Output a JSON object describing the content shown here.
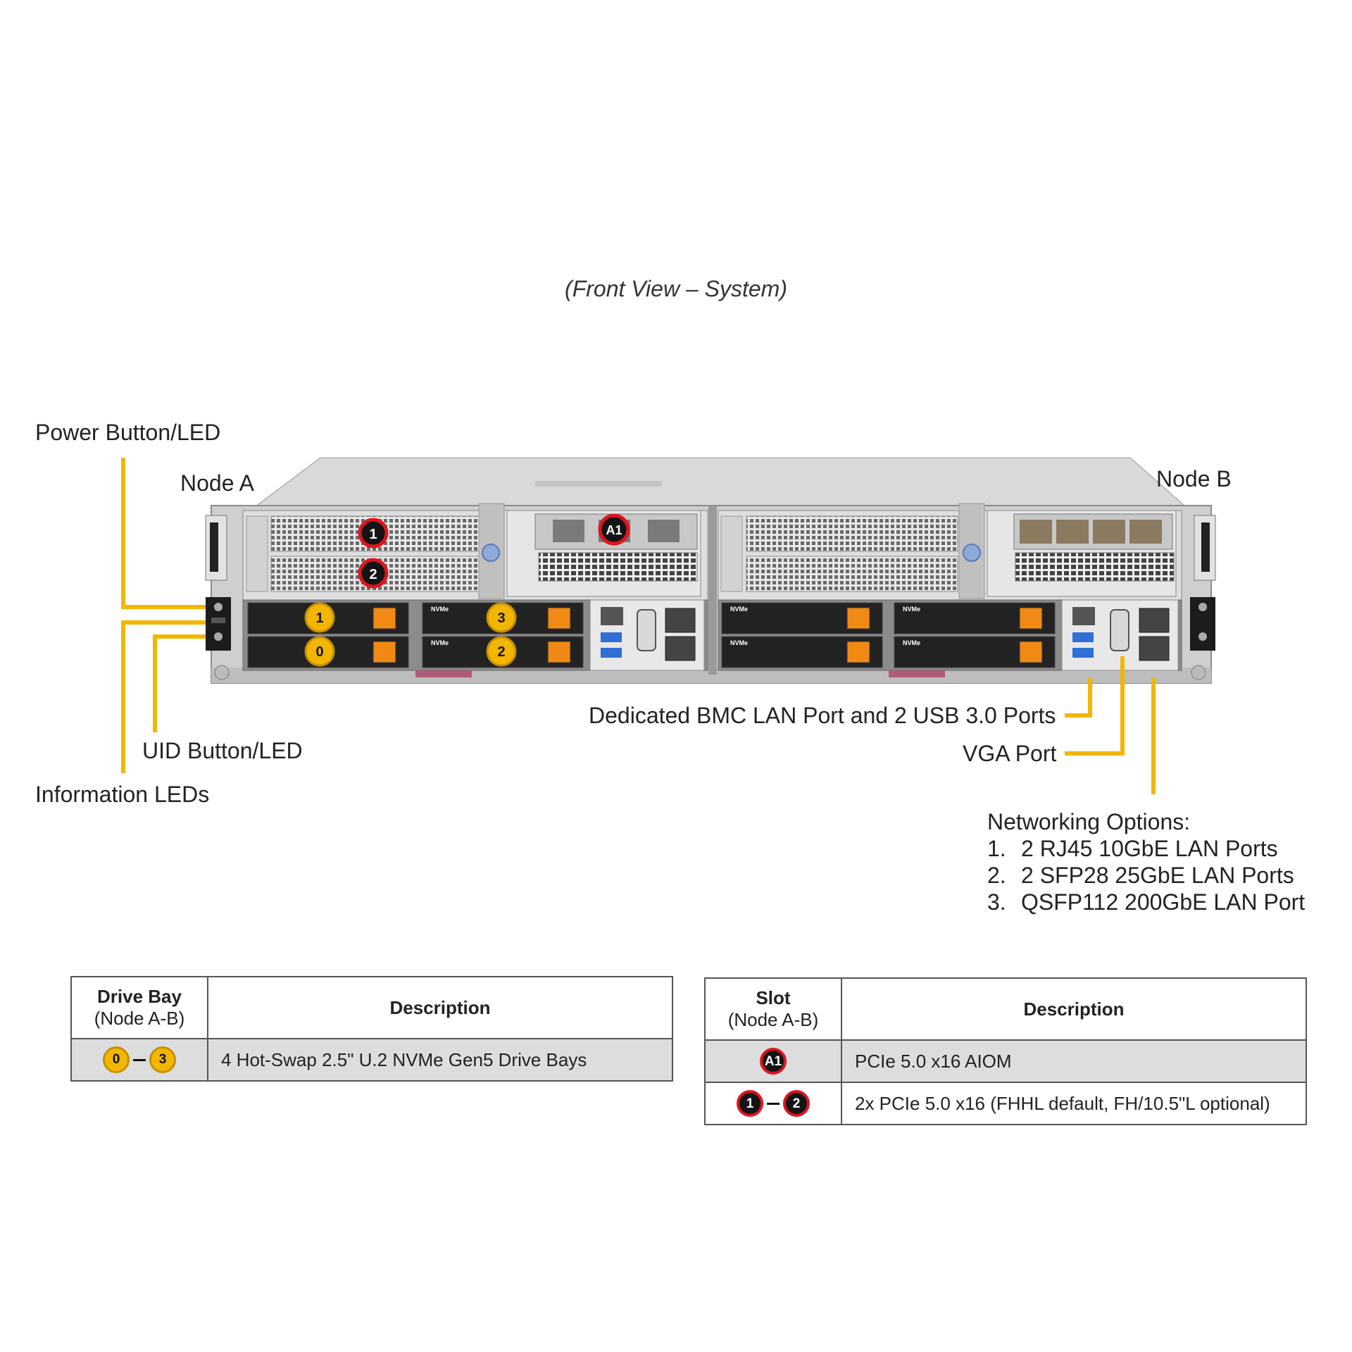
{
  "caption": "(Front View – System)",
  "node_labels": {
    "a": "Node A",
    "b": "Node B"
  },
  "callouts": {
    "power": "Power Button/LED",
    "uid": "UID Button/LED",
    "info": "Information LEDs",
    "bmc": "Dedicated BMC LAN Port and 2 USB 3.0 Ports",
    "vga": "VGA Port"
  },
  "networking": {
    "title": "Networking Options:",
    "items": [
      {
        "num": "1.",
        "text": "2 RJ45 10GbE LAN Ports"
      },
      {
        "num": "2.",
        "text": "2 SFP28 25GbE LAN Ports"
      },
      {
        "num": "3.",
        "text": "QSFP112 200GbE LAN Port"
      }
    ]
  },
  "markers": {
    "drives": [
      "0",
      "1",
      "2",
      "3"
    ],
    "slots": [
      "1",
      "2"
    ],
    "aiom": "A1",
    "drive_tag": "NVMe"
  },
  "drive_table": {
    "header_col1": "Drive Bay",
    "header_col1_sub": "(Node A-B)",
    "header_col2": "Description",
    "rows": [
      {
        "from": "0",
        "to": "3",
        "description": "4 Hot-Swap 2.5\" U.2 NVMe Gen5 Drive Bays"
      }
    ]
  },
  "slot_table": {
    "header_col1": "Slot",
    "header_col1_sub": "(Node A-B)",
    "header_col2": "Description",
    "rows": [
      {
        "badge": "A1",
        "description": "PCIe 5.0 x16 AIOM"
      },
      {
        "from": "1",
        "to": "2",
        "description": "2x PCIe 5.0 x16 (FHHL default, FH/10.5\"L optional)"
      }
    ]
  },
  "colors": {
    "callout_line": "#f2b600",
    "drive_badge": "#f2b600",
    "slot_badge_ring": "#e0141e",
    "drive_latch": "#f08a14"
  }
}
